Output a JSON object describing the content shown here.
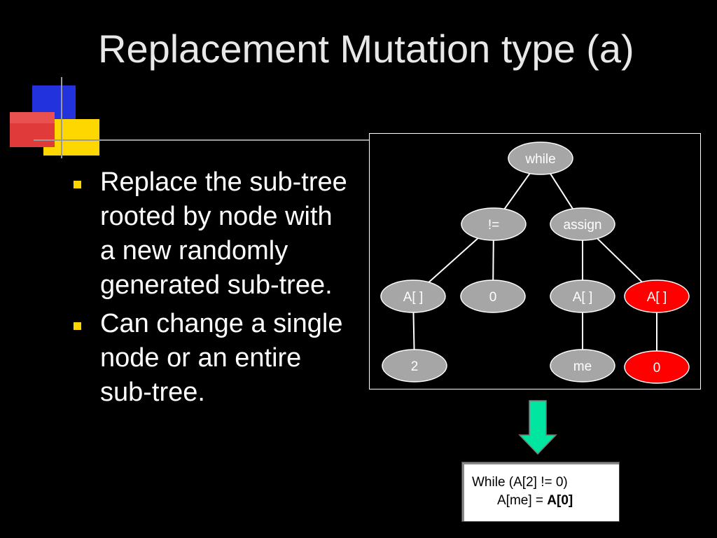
{
  "slide": {
    "title": "Replacement Mutation type (a)",
    "bullets": [
      "Replace the sub-tree rooted by node with a new randomly generated sub-tree.",
      "Can change a single node or an entire sub-tree."
    ]
  },
  "tree": {
    "nodes": [
      {
        "id": "while",
        "label": "while",
        "highlight": false
      },
      {
        "id": "neq",
        "label": "!=",
        "highlight": false
      },
      {
        "id": "assign",
        "label": "assign",
        "highlight": false
      },
      {
        "id": "arr1",
        "label": "A[ ]",
        "highlight": false
      },
      {
        "id": "zero1",
        "label": "0",
        "highlight": false
      },
      {
        "id": "arr2",
        "label": "A[ ]",
        "highlight": false
      },
      {
        "id": "arr3",
        "label": "A[ ]",
        "highlight": true
      },
      {
        "id": "two",
        "label": "2",
        "highlight": false
      },
      {
        "id": "me",
        "label": "me",
        "highlight": false
      },
      {
        "id": "zero2",
        "label": "0",
        "highlight": true
      }
    ],
    "edges": [
      [
        "while",
        "neq"
      ],
      [
        "while",
        "assign"
      ],
      [
        "neq",
        "arr1"
      ],
      [
        "neq",
        "zero1"
      ],
      [
        "assign",
        "arr2"
      ],
      [
        "assign",
        "arr3"
      ],
      [
        "arr1",
        "two"
      ],
      [
        "arr2",
        "me"
      ],
      [
        "arr3",
        "zero2"
      ]
    ]
  },
  "code": {
    "line1": "While (A[2] != 0)",
    "line2_prefix": "A[me] = ",
    "line2_bold": "A[0]"
  },
  "colors": {
    "background": "#000000",
    "node_fill": "#a6a6a6",
    "node_highlight": "#ff0000",
    "arrow": "#00e6a0",
    "bullet_marker": "#ffd500",
    "deco_blue": "#2233dd",
    "deco_red": "#e03a3a",
    "deco_yellow": "#ffd700"
  }
}
